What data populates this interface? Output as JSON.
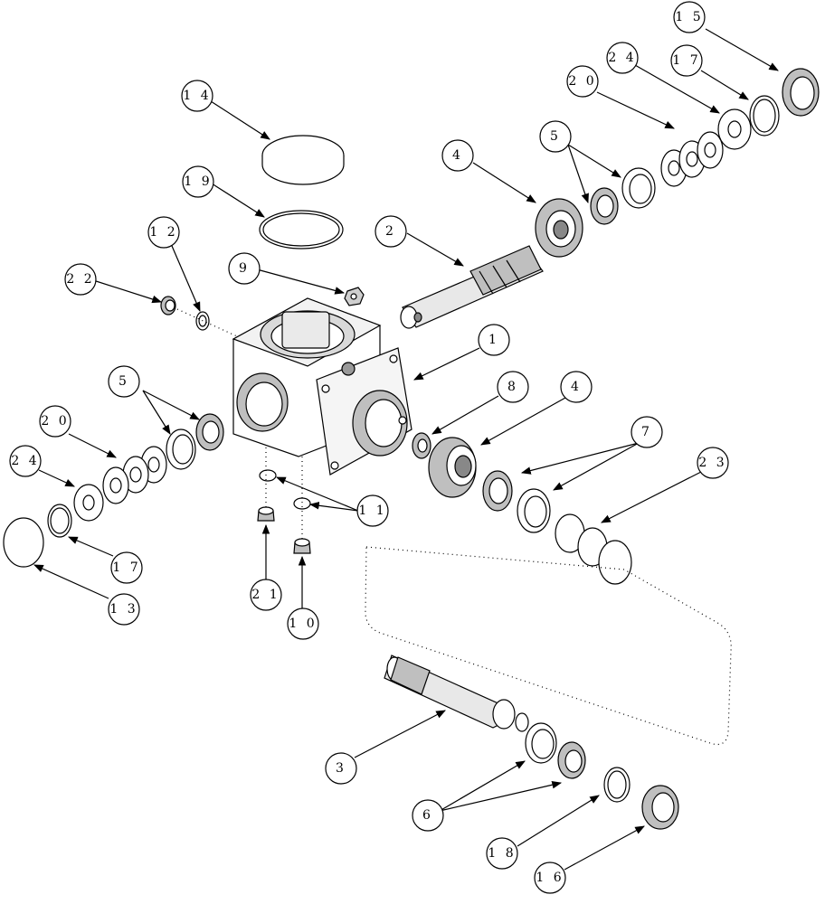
{
  "callouts": [
    {
      "label": "1"
    },
    {
      "label": "2"
    },
    {
      "label": "3"
    },
    {
      "label": "4"
    },
    {
      "label": "4"
    },
    {
      "label": "5"
    },
    {
      "label": "5"
    },
    {
      "label": "6"
    },
    {
      "label": "7"
    },
    {
      "label": "8"
    },
    {
      "label": "9"
    },
    {
      "label": "1 0"
    },
    {
      "label": "1 1"
    },
    {
      "label": "1 2"
    },
    {
      "label": "1 3"
    },
    {
      "label": "1 4"
    },
    {
      "label": "1 5"
    },
    {
      "label": "1 6"
    },
    {
      "label": "1 7"
    },
    {
      "label": "1 7"
    },
    {
      "label": "1 8"
    },
    {
      "label": "1 9"
    },
    {
      "label": "2 0"
    },
    {
      "label": "2 0"
    },
    {
      "label": "2 1"
    },
    {
      "label": "2 2"
    },
    {
      "label": "2 3"
    },
    {
      "label": "2 4"
    },
    {
      "label": "2 4"
    }
  ]
}
